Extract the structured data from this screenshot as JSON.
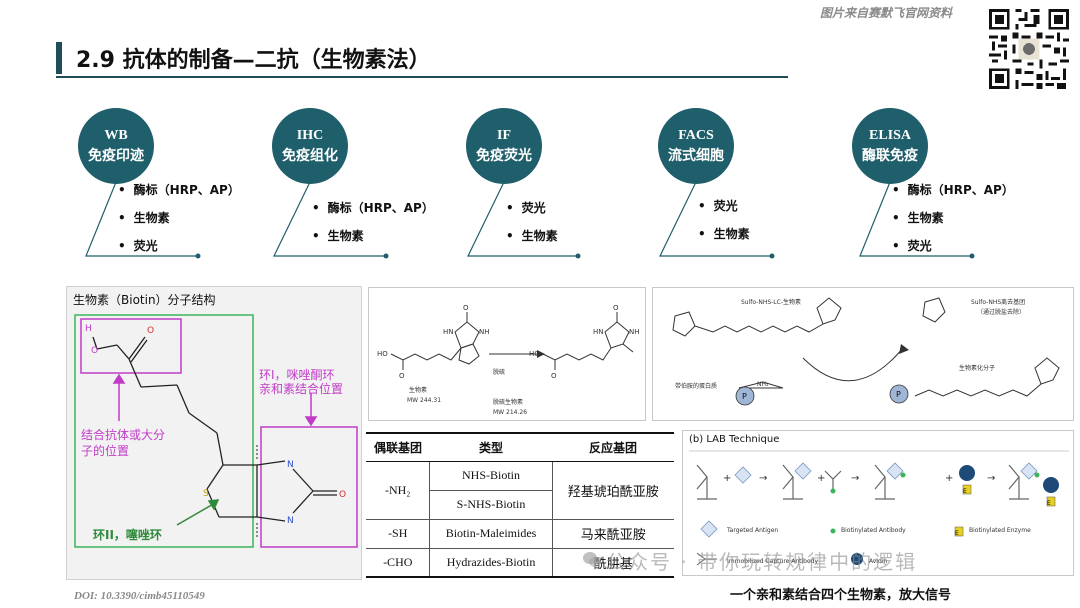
{
  "header": {
    "title": "2.9 抗体的制备—二抗（生物素法）",
    "source_note": "图片来自赛默飞官网资料"
  },
  "methods": [
    {
      "abbr": "WB",
      "name": "免疫印迹",
      "items": [
        "酶标（HRP、AP）",
        "生物素",
        "荧光"
      ]
    },
    {
      "abbr": "IHC",
      "name": "免疫组化",
      "items": [
        "酶标（HRP、AP）",
        "生物素"
      ]
    },
    {
      "abbr": "IF",
      "name": "免疫荧光",
      "items": [
        "荧光",
        "生物素"
      ]
    },
    {
      "abbr": "FACS",
      "name": "流式细胞",
      "items": [
        "荧光",
        "生物素"
      ]
    },
    {
      "abbr": "ELISA",
      "name": "酶联免疫",
      "items": [
        "酶标（HRP、AP）",
        "生物素",
        "荧光"
      ]
    }
  ],
  "biotin_structure": {
    "title": "生物素（Biotin）分子结构",
    "annotation_ring1_line1": "环I，咪唑酮环",
    "annotation_ring1_line2": "亲和素结合位置",
    "annotation_antibody_line1": "结合抗体或大分",
    "annotation_antibody_line2": "子的位置",
    "annotation_ring2": "环II，噻唑环",
    "atoms": {
      "h": "H",
      "o": "O",
      "s": "S",
      "n": "N"
    }
  },
  "reaction1": {
    "label_biotin": "生物素",
    "mw_biotin": "MW 244.31",
    "arrow_label": "脱硫",
    "label_desthio": "脱硫生物素",
    "mw_desthio": "MW 214.26",
    "atom_ho": "HO",
    "atom_o": "O",
    "atom_hn": "HN",
    "atom_nh": "NH"
  },
  "reaction2": {
    "reagent_label": "Sulfo-NHS-LC-生物素",
    "leaving_group_label": "Sulfo-NHS离去基团",
    "leaving_group_note": "（通过脱盐去除）",
    "protein_label": "带伯胺的蛋白质",
    "product_label": "生物素化分子",
    "protein_symbol": "P",
    "amine": "NH₂"
  },
  "coupling_table": {
    "headers": [
      "偶联基团",
      "类型",
      "反应基团"
    ],
    "rows": [
      {
        "group": "-NH₂",
        "types": [
          "NHS-Biotin",
          "S-NHS-Biotin"
        ],
        "reactive": "羟基琥珀酰亚胺"
      },
      {
        "group": "-SH",
        "types": [
          "Biotin-Maleimides"
        ],
        "reactive": "马来酰亚胺"
      },
      {
        "group": "-CHO",
        "types": [
          "Hydrazides-Biotin"
        ],
        "reactive": "酰肼基"
      }
    ]
  },
  "lab": {
    "title": "(b) LAB Technique",
    "legend": [
      "Targeted Antigen",
      "Biotinylated Antibody",
      "Biotinylated Enzyme",
      "Immobilized Capture Antibody",
      "Avidin"
    ],
    "enzyme_letter": "E",
    "caption": "一个亲和素结合四个生物素，放大信号"
  },
  "doi": "DOI: 10.3390/cimb45110549",
  "watermark": "公众号 · 带你玩转规律中的逻辑",
  "colors": {
    "teal": "#1f5e6b",
    "green_box": "#3cb35a",
    "magenta_box": "#c03cc8",
    "annotation_magenta": "#c03cc8",
    "annotation_green": "#2f8a3a"
  }
}
